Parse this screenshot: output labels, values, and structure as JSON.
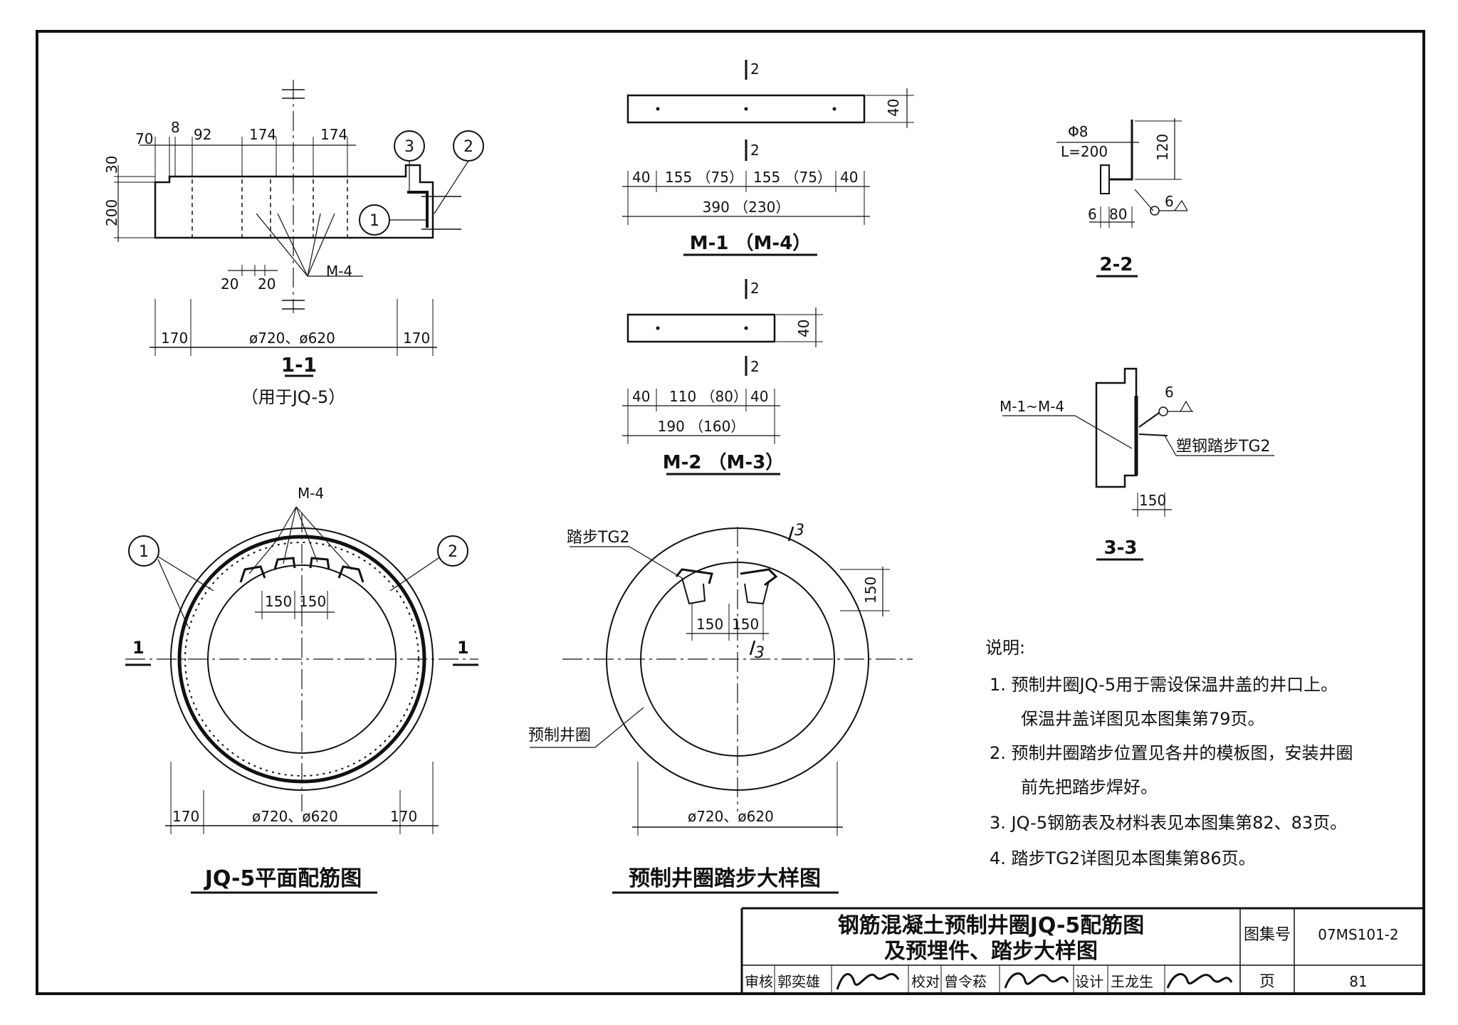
{
  "section11": {
    "dims_top": [
      "70",
      "8",
      "92",
      "174",
      "174"
    ],
    "dims_left": [
      "30",
      "200"
    ],
    "dims_bottom_small": [
      "20",
      "20"
    ],
    "rebar_label": "M-4",
    "callouts": [
      "1",
      "2",
      "3"
    ],
    "dim_side": "170",
    "dim_diameter": "ø720、ø620",
    "title": "1-1",
    "subtitle": "（用于JQ-5）"
  },
  "m1": {
    "section_mark": "2",
    "dim_height": "40",
    "dims": [
      "40",
      "155 （75）",
      "155 （75）",
      "40"
    ],
    "dim_total": "390 （230）",
    "title": "M-1 （M-4）"
  },
  "m2": {
    "section_mark": "2",
    "dim_height": "40",
    "dims": [
      "40",
      "110 （80）",
      "40"
    ],
    "dim_total": "190 （160）",
    "title": "M-2 （M-3）"
  },
  "s22": {
    "bar": "Φ8",
    "bar_len": "L=200",
    "dim_120": "120",
    "dim_6": "6",
    "dim_80": "80",
    "weld": "6",
    "title": "2-2"
  },
  "s33": {
    "label_embed": "M-1~M-4",
    "label_step": "塑钢踏步TG2",
    "weld": "6",
    "dim_150": "150",
    "title": "3-3"
  },
  "plan": {
    "rebar_label": "M-4",
    "callouts": [
      "1",
      "2"
    ],
    "section_mark": "1",
    "dim_150": "150",
    "dim_side": "170",
    "dim_diameter": "ø720、ø620",
    "title": "JQ-5平面配筋图"
  },
  "step_detail": {
    "label_step": "踏步TG2",
    "section_mark": "3",
    "dim_150": "150",
    "label_ring": "预制井圈",
    "dim_diameter": "ø720、ø620",
    "title": "预制井圈踏步大样图"
  },
  "notes": {
    "heading": "说明:",
    "lines": [
      "1. 预制井圈JQ-5用于需设保温井盖的井口上。",
      "保温井盖详图见本图集第79页。",
      "2. 预制井圈踏步位置见各井的模板图，安装井圈",
      "前先把踏步焊好。",
      "3. JQ-5钢筋表及材料表见本图集第82、83页。",
      "4. 踏步TG2详图见本图集第86页。"
    ]
  },
  "title_block": {
    "title_line1": "钢筋混凝土预制井圈JQ-5配筋图",
    "title_line2": "及预埋件、踏步大样图",
    "atlas_label": "图集号",
    "atlas_no": "07MS101-2",
    "page_label": "页",
    "page_no": "81",
    "review_label": "审核",
    "review_name": "郭奕雄",
    "check_label": "校对",
    "check_name": "曾令菘",
    "design_label": "设计",
    "design_name": "王龙生",
    "sig_review": "郭奕雄",
    "sig_check": "曾令菘",
    "sig_design": "王龙生"
  }
}
